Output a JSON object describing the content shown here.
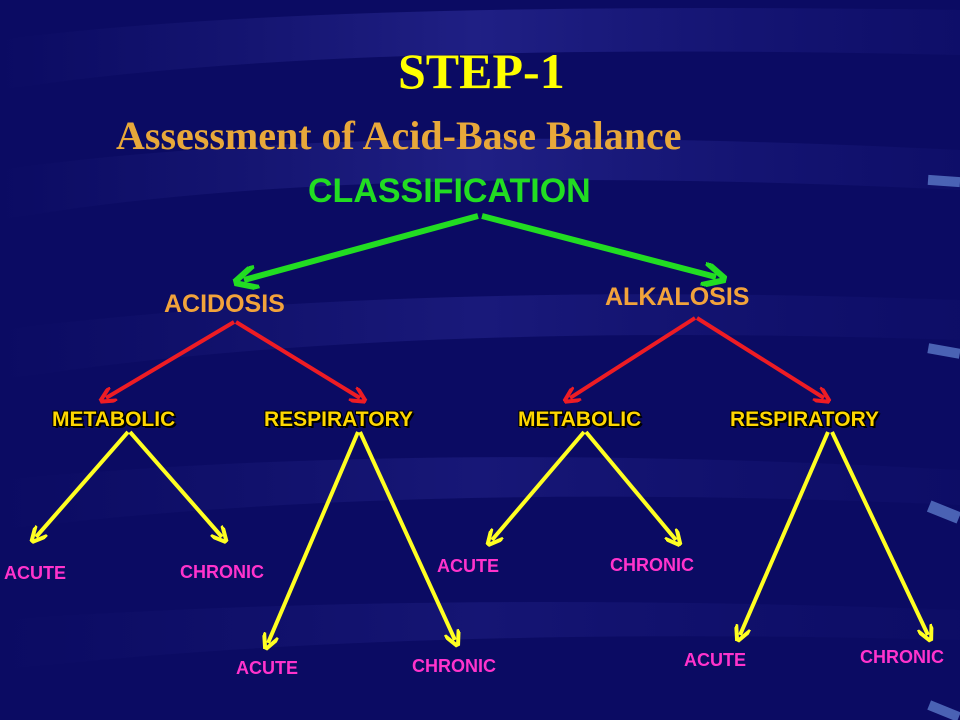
{
  "title": "STEP-1",
  "subtitle": "Assessment of Acid-Base Balance",
  "classification": "CLASSIFICATION",
  "acidosis": {
    "label": "ACIDOSIS",
    "metabolic": {
      "label": "METABOLIC",
      "acute": "ACUTE",
      "chronic": "CHRONIC"
    },
    "respiratory": {
      "label": "RESPIRATORY",
      "acute": "ACUTE",
      "chronic": "CHRONIC"
    }
  },
  "alkalosis": {
    "label": "ALKALOSIS",
    "metabolic": {
      "label": "METABOLIC",
      "acute": "ACUTE",
      "chronic": "CHRONIC"
    },
    "respiratory": {
      "label": "RESPIRATORY",
      "acute": "ACUTE",
      "chronic": "CHRONIC"
    }
  },
  "colors": {
    "background": "#0b0b63",
    "title": "#ffff00",
    "subtitle": "#e8a83a",
    "classification": "#22dd22",
    "level1": "#f2a33b",
    "level2": "#ffd700",
    "level3": "#ff33cc",
    "arrow_green": "#22dd22",
    "arrow_red": "#ee1c24",
    "arrow_yellow": "#ffff22"
  }
}
